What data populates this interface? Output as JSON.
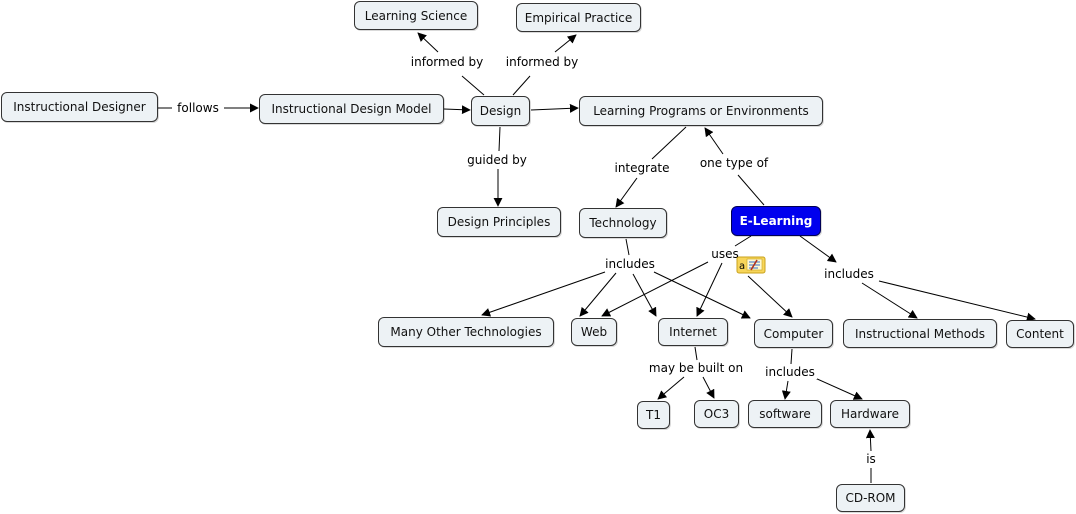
{
  "nodes": [
    {
      "id": "instructional-designer",
      "label": "Instructional Designer"
    },
    {
      "id": "instructional-design-model",
      "label": "Instructional Design Model"
    },
    {
      "id": "learning-science",
      "label": "Learning Science"
    },
    {
      "id": "empirical-practice",
      "label": "Empirical Practice"
    },
    {
      "id": "design",
      "label": "Design"
    },
    {
      "id": "learning-programs",
      "label": "Learning Programs or Environments"
    },
    {
      "id": "design-principles",
      "label": "Design Principles"
    },
    {
      "id": "technology",
      "label": "Technology"
    },
    {
      "id": "e-learning",
      "label": "E-Learning",
      "highlight": true
    },
    {
      "id": "many-other-technologies",
      "label": "Many Other Technologies"
    },
    {
      "id": "web",
      "label": "Web"
    },
    {
      "id": "internet",
      "label": "Internet"
    },
    {
      "id": "computer",
      "label": "Computer"
    },
    {
      "id": "instructional-methods",
      "label": "Instructional Methods"
    },
    {
      "id": "content",
      "label": "Content"
    },
    {
      "id": "t1",
      "label": "T1"
    },
    {
      "id": "oc3",
      "label": "OC3"
    },
    {
      "id": "software",
      "label": "software"
    },
    {
      "id": "hardware",
      "label": "Hardware"
    },
    {
      "id": "cd-rom",
      "label": "CD-ROM"
    }
  ],
  "links": [
    {
      "id": "follows",
      "label": "follows"
    },
    {
      "id": "informed-by-1",
      "label": "informed by"
    },
    {
      "id": "informed-by-2",
      "label": "informed by"
    },
    {
      "id": "guided-by",
      "label": "guided by"
    },
    {
      "id": "integrate",
      "label": "integrate"
    },
    {
      "id": "one-type-of",
      "label": "one type of"
    },
    {
      "id": "includes-tech",
      "label": "includes"
    },
    {
      "id": "uses",
      "label": "uses"
    },
    {
      "id": "includes-elearning",
      "label": "includes"
    },
    {
      "id": "may-be-built-on",
      "label": "may be built on"
    },
    {
      "id": "includes-computer",
      "label": "includes"
    },
    {
      "id": "is",
      "label": "is"
    }
  ],
  "annotation": {
    "icon": "note-icon",
    "text": "a"
  },
  "colors": {
    "node_fill": "#edf2f5",
    "highlight_fill": "#0000ee",
    "edge": "#000000"
  }
}
